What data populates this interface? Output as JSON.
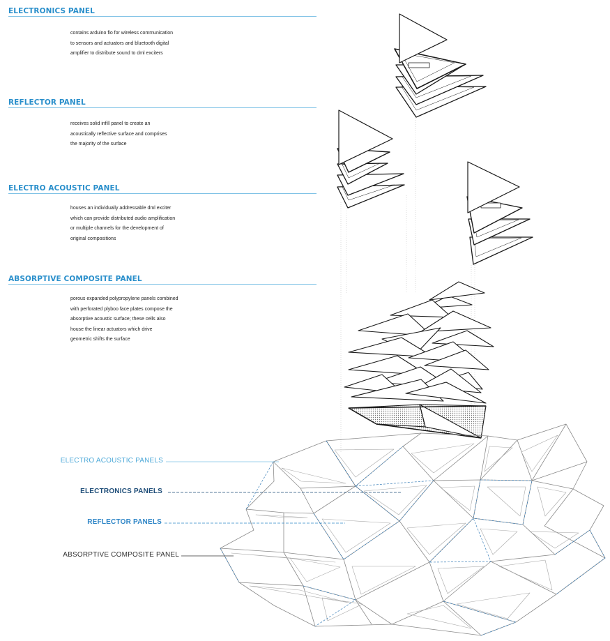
{
  "colors": {
    "heading": "#2A8FCB",
    "rule": "#7FC2E6",
    "legend_light": "#4BA8D8",
    "legend_dark": "#1E4D78",
    "legend_mid": "#2F86C7",
    "legend_gray": "#333333",
    "linework": "#1a1a1a",
    "mesh": "#8a8a8a",
    "dashed_blue": "#3A7FB8"
  },
  "sections": [
    {
      "title": "ELECTRONICS PANEL",
      "lines": [
        "contains arduino fio for wireless communication",
        "to sensors and actuators and bluetooth digital",
        "amplifier to distribute sound to dml exciters"
      ]
    },
    {
      "title": "REFLECTOR PANEL",
      "lines": [
        "receives solid infill panel to create an",
        "acoustically reflective surface and comprises",
        "the majority of the surface"
      ]
    },
    {
      "title": "ELECTRO ACOUSTIC PANEL",
      "lines": [
        "houses an individually addressable dml exciter",
        "which can provide distributed audio amplification",
        "or multiple channels for the development of",
        "original compositions"
      ]
    },
    {
      "title": "ABSORPTIVE COMPOSITE PANEL",
      "lines": [
        "porous expanded polypropylene panels combined",
        "with perforated plyboo face plates compose the",
        "absorptive acoustic surface; these cells also",
        "house the linear actuators which drive",
        "geometric shifts the surface"
      ]
    }
  ],
  "legend": [
    {
      "label": "ELECTRO ACOUSTIC PANELS",
      "style": "light"
    },
    {
      "label": "ELECTRONICS PANELS",
      "style": "dark"
    },
    {
      "label": "REFLECTOR PANELS",
      "style": "mid"
    },
    {
      "label": "ABSORPTIVE COMPOSITE PANEL",
      "style": "gray"
    }
  ]
}
